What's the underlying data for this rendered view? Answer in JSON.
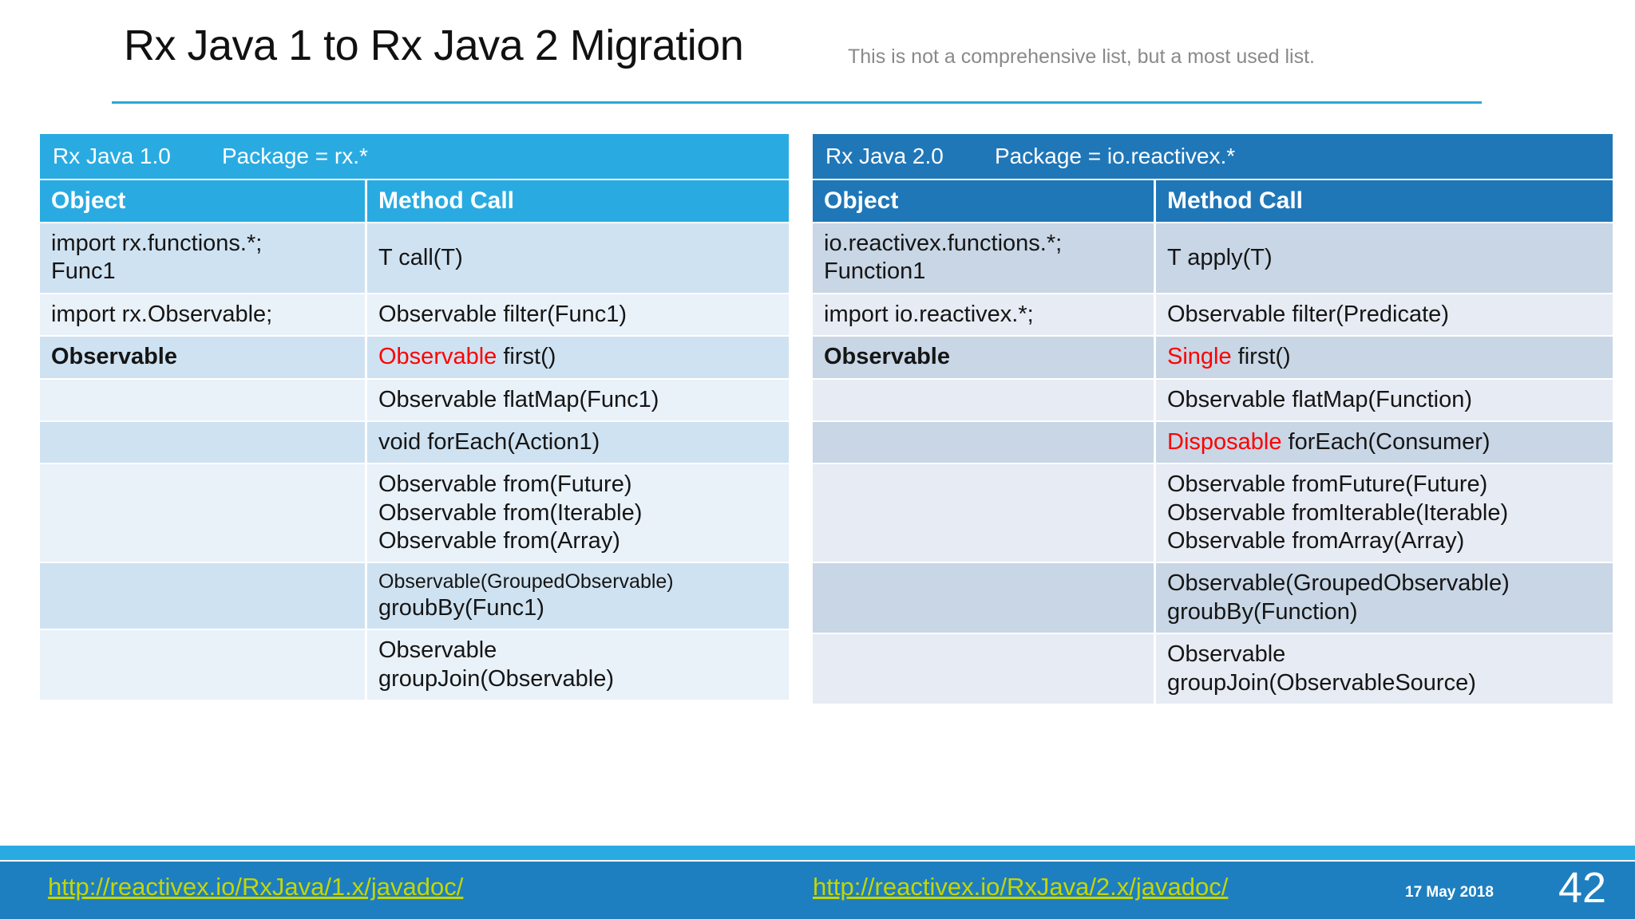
{
  "header": {
    "title": "Rx Java 1 to Rx Java 2 Migration",
    "subtitle": "This is not a comprehensive list, but a most used list."
  },
  "tables": {
    "left": {
      "caption_version": "Rx Java 1.0",
      "caption_package": "Package = rx.*",
      "col_object": "Object",
      "col_method": "Method Call",
      "rows": [
        {
          "object_lines": [
            "import rx.functions.*;",
            "Func1"
          ],
          "method_lines": [
            "T call(T)"
          ]
        },
        {
          "object_lines": [
            "import rx.Observable;"
          ],
          "method_lines": [
            "Observable filter(Func1)"
          ]
        },
        {
          "object_lines": [
            "Observable"
          ],
          "object_bold": true,
          "method_red": "Observable",
          "method_rest": " first()"
        },
        {
          "object_lines": [],
          "method_lines": [
            "Observable flatMap(Func1)"
          ]
        },
        {
          "object_lines": [],
          "method_lines": [
            "void forEach(Action1)"
          ]
        },
        {
          "object_lines": [],
          "method_lines": [
            "Observable from(Future)",
            "Observable from(Iterable)",
            "Observable from(Array)"
          ]
        },
        {
          "object_lines": [],
          "method_lines": [
            "Observable(GroupedObservable)",
            "groubBy(Func1)"
          ],
          "method_small_first": true
        },
        {
          "object_lines": [],
          "method_lines": [
            "Observable",
            "groupJoin(Observable)"
          ]
        }
      ]
    },
    "right": {
      "caption_version": "Rx Java 2.0",
      "caption_package": "Package =  io.reactivex.*",
      "col_object": "Object",
      "col_method": "Method Call",
      "rows": [
        {
          "object_lines": [
            "io.reactivex.functions.*;",
            "Function1"
          ],
          "method_lines": [
            "T apply(T)"
          ]
        },
        {
          "object_lines": [
            "import io.reactivex.*;"
          ],
          "method_lines": [
            "Observable filter(Predicate)"
          ]
        },
        {
          "object_lines": [
            "Observable"
          ],
          "object_bold": true,
          "method_red": "Single",
          "method_rest": " first()"
        },
        {
          "object_lines": [],
          "method_lines": [
            "Observable flatMap(Function)"
          ]
        },
        {
          "object_lines": [],
          "method_red": "Disposable",
          "method_rest": " forEach(Consumer)"
        },
        {
          "object_lines": [],
          "method_lines": [
            "Observable fromFuture(Future)",
            "Observable fromIterable(Iterable)",
            "Observable fromArray(Array)"
          ]
        },
        {
          "object_lines": [],
          "method_lines": [
            "Observable(GroupedObservable)",
            "groubBy(Function)"
          ]
        },
        {
          "object_lines": [],
          "method_lines": [
            "Observable",
            "groupJoin(ObservableSource)"
          ]
        }
      ]
    }
  },
  "footer": {
    "link_left": "http://reactivex.io/RxJava/1.x/javadoc/",
    "link_right": "http://reactivex.io/RxJava/2.x/javadoc/",
    "date": "17 May 2018",
    "page_number": "42"
  },
  "colors": {
    "accent_light_blue": "#29abe2",
    "accent_dark_blue": "#1f77b8",
    "footer_bar": "#1e7fc0",
    "link": "#c4d600",
    "highlight_red": "#ff0000"
  }
}
